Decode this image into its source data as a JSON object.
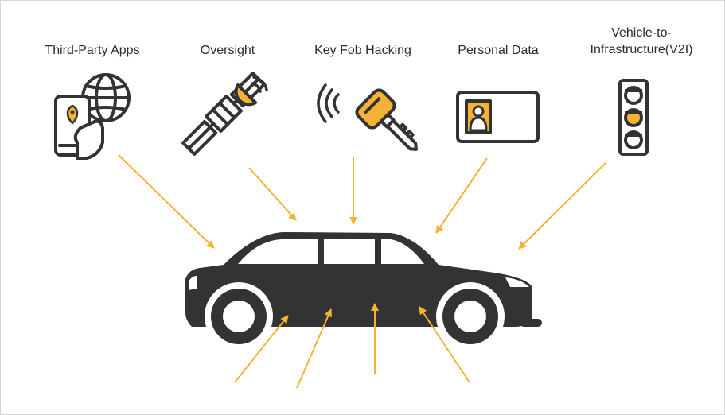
{
  "colors": {
    "accent": "#F5B335",
    "dark": "#333333",
    "background": "#FFFFFF"
  },
  "labels": {
    "third_party_apps": "Third-Party Apps",
    "oversight": "Oversight",
    "key_fob_hacking": "Key Fob Hacking",
    "personal_data": "Personal Data",
    "v2i_line1": "Vehicle-to-",
    "v2i_line2": "Infrastructure(V2I)"
  },
  "icons": [
    "smartphone-globe-icon",
    "satellite-icon",
    "car-key-icon",
    "id-card-icon",
    "traffic-light-icon",
    "car-icon"
  ]
}
